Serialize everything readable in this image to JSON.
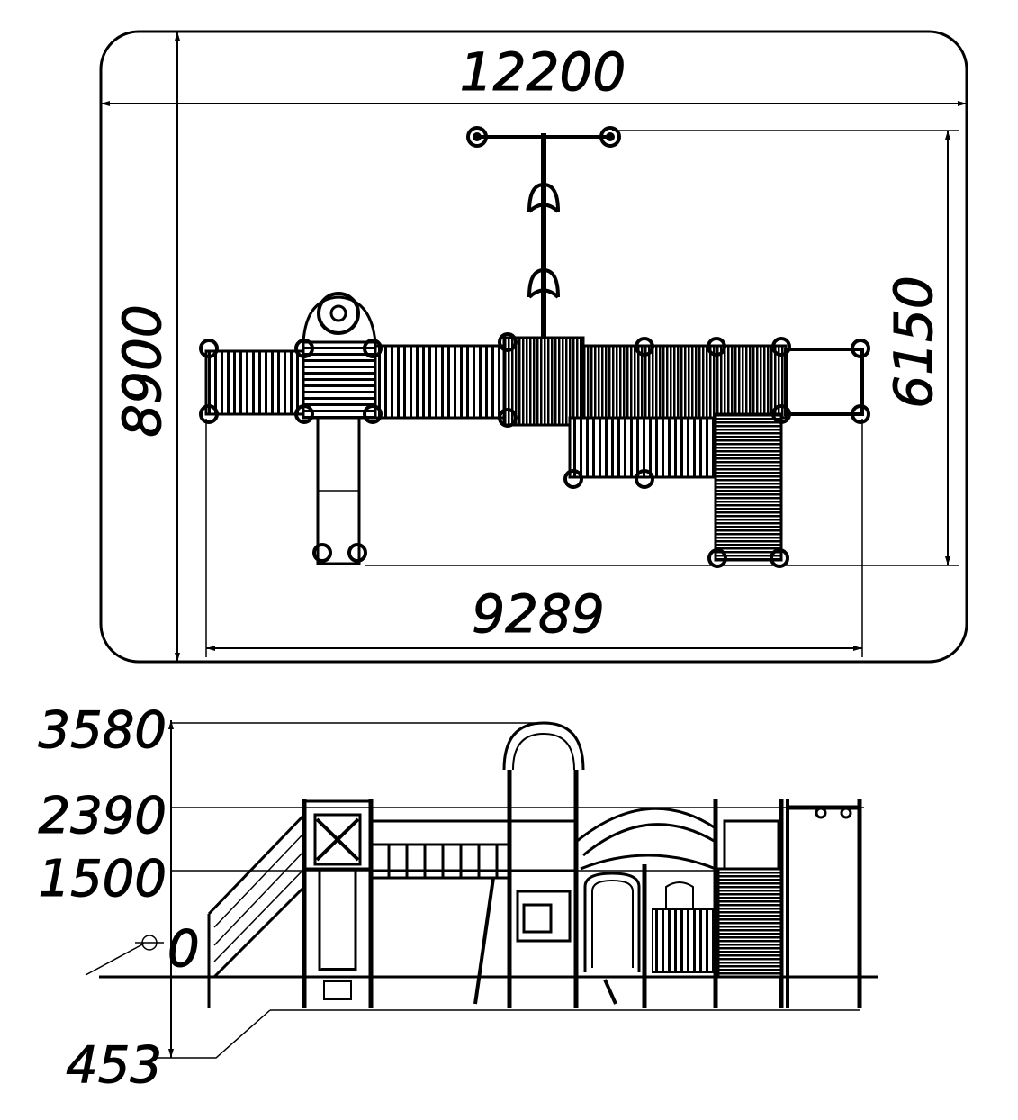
{
  "plan_view": {
    "overall_length": "12200",
    "overall_width": "8900",
    "structure_depth": "6150",
    "structure_length": "9289"
  },
  "elevation_view": {
    "levels": {
      "top": "3580",
      "roof": "2390",
      "deck": "1500",
      "ground": "0",
      "foundation": "453"
    }
  },
  "colors": {
    "line": "#000000",
    "background": "#ffffff"
  }
}
